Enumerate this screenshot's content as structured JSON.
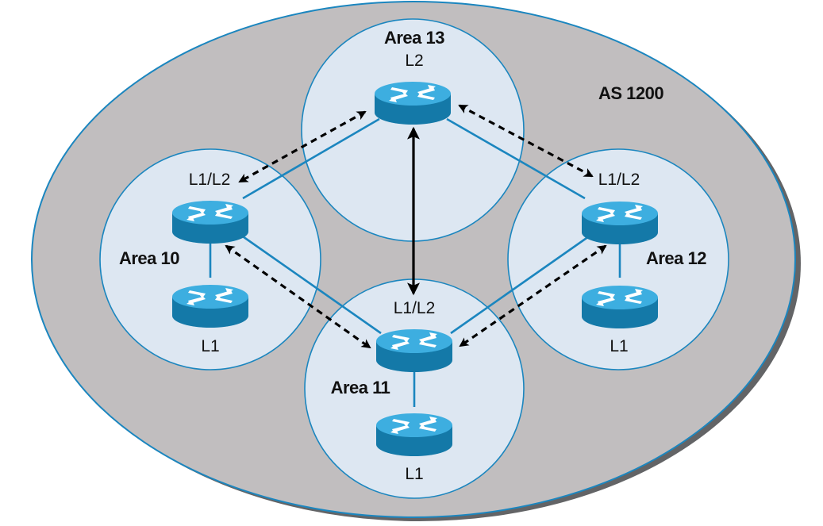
{
  "diagram": {
    "autonomous_system": {
      "label": "AS 1200"
    },
    "colors": {
      "as_fill": "#c1bebf",
      "as_border": "#1b86bf",
      "as_shadow": "#636466",
      "area_fill": "#dde7f2",
      "area_border": "#1b86bf",
      "router_top": "#3daee0",
      "router_side": "#1479a8",
      "link_color": "#1b86bf",
      "arrow_color": "#000000"
    },
    "areas": [
      {
        "id": "area13",
        "label": "Area 13",
        "routers": [
          {
            "id": "r13",
            "level": "L2"
          }
        ]
      },
      {
        "id": "area10",
        "label": "Area 10",
        "routers": [
          {
            "id": "r10a",
            "level": "L1/L2"
          },
          {
            "id": "r10b",
            "level": "L1"
          }
        ]
      },
      {
        "id": "area12",
        "label": "Area 12",
        "routers": [
          {
            "id": "r12a",
            "level": "L1/L2"
          },
          {
            "id": "r12b",
            "level": "L1"
          }
        ]
      },
      {
        "id": "area11",
        "label": "Area 11",
        "routers": [
          {
            "id": "r11a",
            "level": "L1/L2"
          },
          {
            "id": "r11b",
            "level": "L1"
          }
        ]
      }
    ],
    "links": [
      {
        "from": "r13",
        "to": "r10a",
        "type": "physical"
      },
      {
        "from": "r13",
        "to": "r12a",
        "type": "physical"
      },
      {
        "from": "r10a",
        "to": "r11a",
        "type": "physical"
      },
      {
        "from": "r12a",
        "to": "r11a",
        "type": "physical"
      },
      {
        "from": "r10a",
        "to": "r10b",
        "type": "physical"
      },
      {
        "from": "r12a",
        "to": "r12b",
        "type": "physical"
      },
      {
        "from": "r11a",
        "to": "r11b",
        "type": "physical"
      }
    ],
    "adjacencies": [
      {
        "from": "r13",
        "to": "r10a",
        "style": "dashed",
        "bidirectional": true
      },
      {
        "from": "r13",
        "to": "r12a",
        "style": "dashed",
        "bidirectional": true
      },
      {
        "from": "r10a",
        "to": "r11a",
        "style": "dashed",
        "bidirectional": true
      },
      {
        "from": "r12a",
        "to": "r11a",
        "style": "dashed",
        "bidirectional": true
      },
      {
        "from": "r13",
        "to": "r11a",
        "style": "solid",
        "bidirectional": true
      }
    ]
  }
}
